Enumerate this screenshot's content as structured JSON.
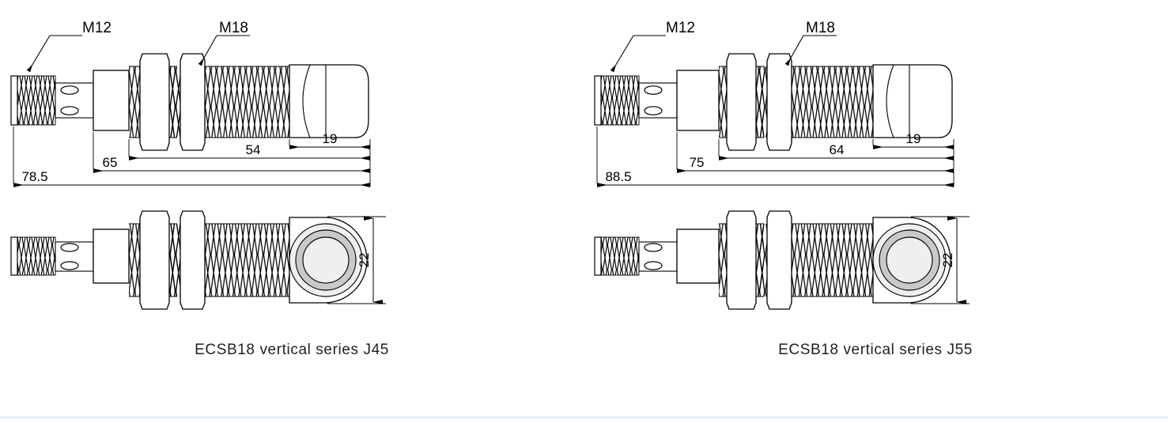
{
  "page": {
    "background_color": "#ffffff",
    "footer_rule_color": "#dbeaf7"
  },
  "drawings": [
    {
      "id": "j45",
      "caption": "ECSB18 vertical series J45",
      "labels": {
        "connector_thread": "M12",
        "barrel_thread": "M18"
      },
      "dimensions": {
        "head_length": "19",
        "thread_length": "54",
        "body_length": "65",
        "overall_length": "78.5",
        "diameter": "22"
      }
    },
    {
      "id": "j55",
      "caption": "ECSB18 vertical series J55",
      "labels": {
        "connector_thread": "M12",
        "barrel_thread": "M18"
      },
      "dimensions": {
        "head_length": "19",
        "thread_length": "64",
        "body_length": "75",
        "overall_length": "88.5",
        "diameter": "22"
      }
    }
  ],
  "colors": {
    "line": "#000000",
    "text": "#231f20",
    "lens_outer_ring": "#efefef",
    "lens_mid_ring": "#c9c9c9",
    "lens_inner": "#efefef"
  }
}
